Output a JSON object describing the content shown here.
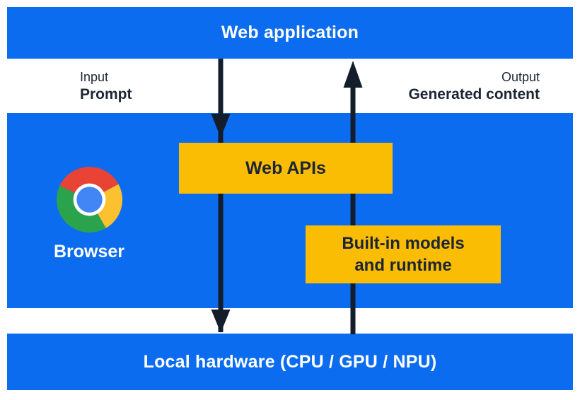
{
  "colors": {
    "section-blue": "#0b6cf0",
    "box-yellow": "#fbbc04",
    "text-dark": "#1c2633",
    "arrow-dark": "#131d2c",
    "text-light": "#ffffff",
    "chrome-red": "#e94335",
    "chrome-yellow": "#fcc12f",
    "chrome-green": "#2ba24c",
    "chrome-blue": "#4285f4"
  },
  "top_bar": {
    "label": "Web application"
  },
  "flow_labels": {
    "input_caption": "Input",
    "input_label": "Prompt",
    "output_caption": "Output",
    "output_label": "Generated content"
  },
  "browser": {
    "label": "Browser"
  },
  "web_apis_box": {
    "label": "Web APIs"
  },
  "builtin_box": {
    "line1": "Built-in models",
    "line2": "and runtime"
  },
  "bottom_bar": {
    "label": "Local hardware (CPU / GPU / NPU)"
  }
}
